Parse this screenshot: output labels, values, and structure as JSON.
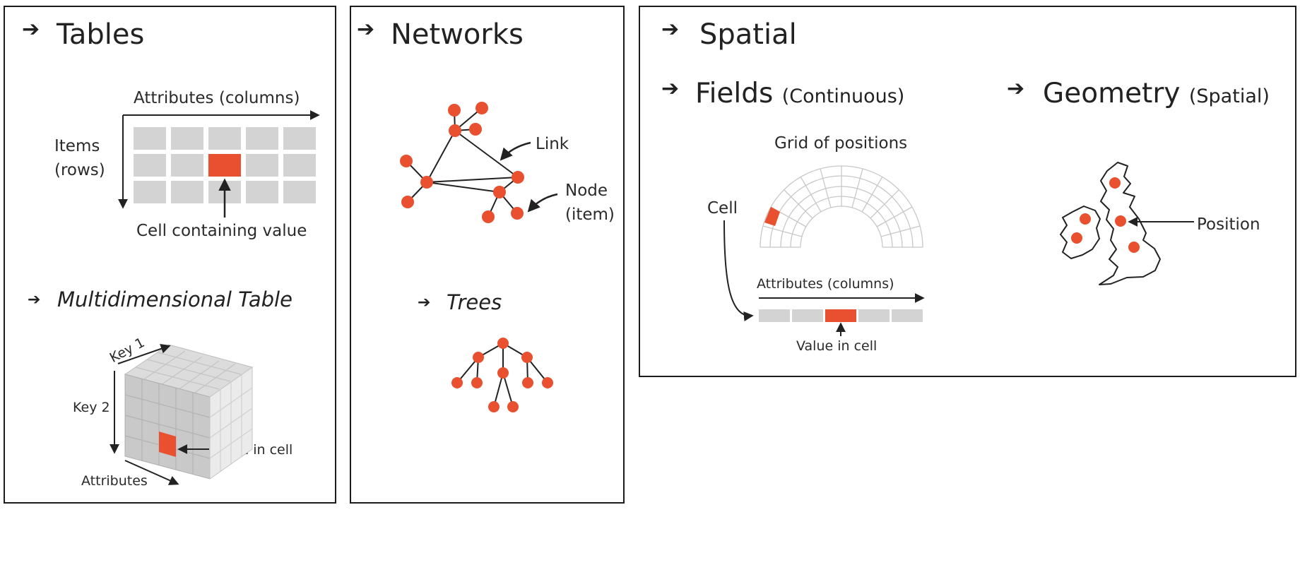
{
  "tables": {
    "title": "Tables",
    "attributes_label": "Attributes (columns)",
    "items_label_1": "Items",
    "items_label_2": "(rows)",
    "cell_label": "Cell containing value",
    "multi_title": "Multidimensional Table",
    "key1": "Key 1",
    "key2": "Key 2",
    "attributes_short": "Attributes",
    "value_in_cell": "Value in cell"
  },
  "networks": {
    "title": "Networks",
    "link_label": "Link",
    "node_label_1": "Node",
    "node_label_2": "(item)",
    "trees_title": "Trees"
  },
  "spatial": {
    "title": "Spatial",
    "fields_title": "Fields",
    "fields_sub": "(Continuous)",
    "geometry_title": "Geometry",
    "geometry_sub": "(Spatial)",
    "grid_label": "Grid of positions",
    "cell_label": "Cell",
    "attributes_label": "Attributes (columns)",
    "value_in_cell": "Value in cell",
    "position_label": "Position"
  },
  "colors": {
    "accent": "#e8502f",
    "cell_gray": "#d3d3d3",
    "stroke": "#222222"
  }
}
